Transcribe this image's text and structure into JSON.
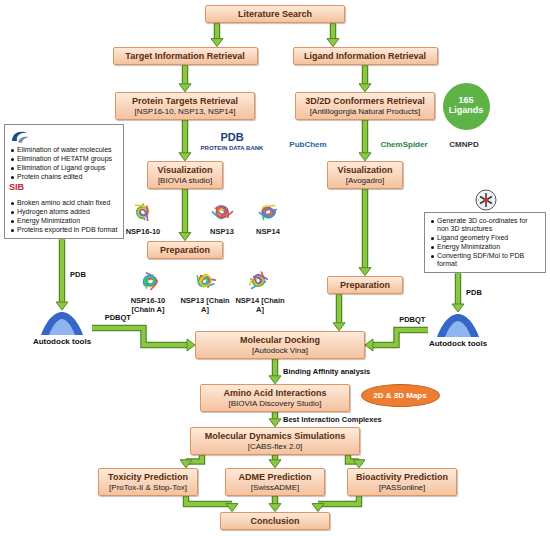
{
  "diagram": {
    "nodes": [
      {
        "text": [
          "Literature Search"
        ]
      },
      {
        "text": [
          "Target Information Retrieval"
        ]
      },
      {
        "text": [
          "Ligand Information Retrieval"
        ]
      },
      {
        "text": [
          "Protein Targets Retrieval",
          "[NSP16-10, NSP13, NSP14]"
        ]
      },
      {
        "text": [
          "3D/2D Conformers Retrieval",
          "[Antillogorgia Natural Products]"
        ]
      },
      {
        "text": [
          "165 Ligands"
        ]
      },
      {
        "text": [
          "Visualization",
          "[BIOVIA studio]"
        ]
      },
      {
        "text": [
          "Visualization",
          "[Avogadro]"
        ]
      },
      {
        "text": [
          "Preparation"
        ]
      },
      {
        "text": [
          "Preparation"
        ]
      },
      {
        "text": [
          "Elimination of water molecules",
          "Elimination of HETATM groups",
          "Elimination of Ligand groups",
          "Protein chains edited",
          "Broken amino acid chain fixed",
          "Hydrogen atoms added",
          "Energy Minimization",
          "Proteins exported in PDB format"
        ]
      },
      {
        "text": [
          "Generate 3D co-ordinates for non 3D structures",
          "Ligand geometry Fixed",
          "Energy Minimization",
          "Converting SDF/Mol to PDB format"
        ]
      },
      {
        "text": [
          "Autodock tools"
        ]
      },
      {
        "text": [
          "Autodock tools"
        ]
      },
      {
        "text": [
          "Molecular Docking",
          "[Autodock Vina]"
        ]
      },
      {
        "text": [
          "Amino Acid Interactions",
          "[BIOVIA Discovery Studio]"
        ]
      },
      {
        "text": [
          "2D & 3D Maps"
        ]
      },
      {
        "text": [
          "Molecular Dynamics Simulations",
          "[CABS-flex 2.0]"
        ]
      },
      {
        "text": [
          "Toxicity Prediction",
          "[ProTox-II & Stop-Tox]"
        ]
      },
      {
        "text": [
          "ADME Prediction",
          "[SwissADME]"
        ]
      },
      {
        "text": [
          "Bioactivity Prediction",
          "[PASSonline]"
        ]
      },
      {
        "text": [
          "Conclusion"
        ]
      }
    ],
    "edges": [
      {
        "from": 0,
        "to": 1,
        "arrow": "to"
      },
      {
        "from": 0,
        "to": 2,
        "arrow": "to"
      },
      {
        "from": 1,
        "to": 3,
        "arrow": "to"
      },
      {
        "from": 2,
        "to": 4,
        "arrow": "to"
      },
      {
        "from": 3,
        "to": 6,
        "arrow": "to"
      },
      {
        "from": 4,
        "to": 7,
        "arrow": "to"
      },
      {
        "from": 6,
        "to": 8,
        "arrow": "to"
      },
      {
        "from": 7,
        "to": 9,
        "arrow": "to"
      },
      {
        "from": 10,
        "to": 12,
        "label": "PDB",
        "arrow": "to"
      },
      {
        "from": 12,
        "to": 14,
        "label": "PDBQT",
        "arrow": "to"
      },
      {
        "from": 11,
        "to": 13,
        "label": "PDB",
        "arrow": "to"
      },
      {
        "from": 13,
        "to": 14,
        "label": "PDBQT",
        "arrow": "to"
      },
      {
        "from": 9,
        "to": 14,
        "arrow": "to"
      },
      {
        "from": 14,
        "to": 15,
        "label": "Binding Affinity analysis",
        "arrow": "to"
      },
      {
        "from": 15,
        "to": 17,
        "label": "Best Interaction Complexes",
        "arrow": "to"
      },
      {
        "from": 17,
        "to": 18,
        "arrow": "to"
      },
      {
        "from": 17,
        "to": 19,
        "arrow": "to"
      },
      {
        "from": 17,
        "to": 20,
        "arrow": "to"
      },
      {
        "from": 18,
        "to": 21,
        "arrow": "to"
      },
      {
        "from": 19,
        "to": 21,
        "arrow": "to"
      },
      {
        "from": 20,
        "to": 21,
        "arrow": "to"
      }
    ],
    "labels": [
      "PDB",
      "PROTEIN DATA BANK",
      "PubChem",
      "ChemSpider",
      "CMNPD",
      "NSP16-10",
      "NSP13",
      "NSP14",
      "NSP16-10 [Chain A]",
      "NSP13 [Chain A]",
      "NSP14 [Chain A]",
      "SIB"
    ]
  }
}
